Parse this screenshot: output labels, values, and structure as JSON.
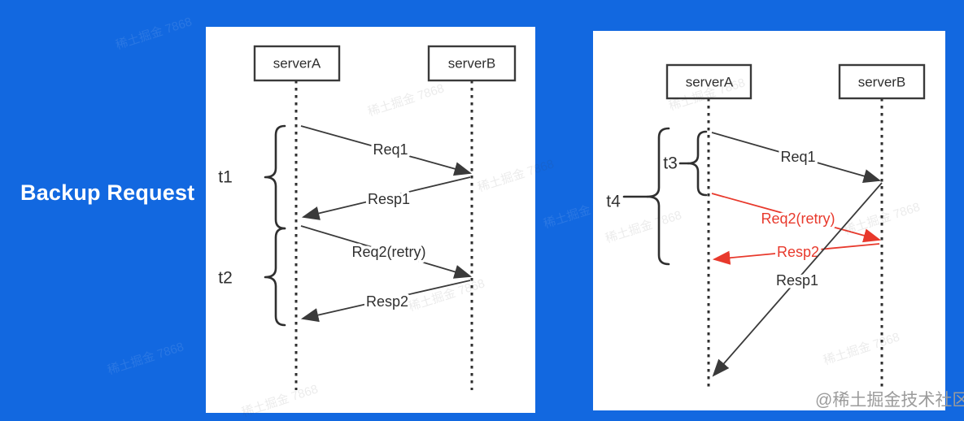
{
  "title": "Backup Request",
  "corner_watermark": "@稀土掘金技术社区",
  "diagonal_watermark_text": "稀土掘金 7868",
  "colors": {
    "background": "#1268e0",
    "panel": "#ffffff",
    "line": "#3a3a3a",
    "retry_red": "#e8392c",
    "watermark_gray": "#9b9b9b"
  },
  "left_diagram": {
    "participants": {
      "a": "serverA",
      "b": "serverB"
    },
    "intervals": {
      "t1": "t1",
      "t2": "t2"
    },
    "messages": {
      "req1": "Req1",
      "resp1": "Resp1",
      "req2": "Req2(retry)",
      "resp2": "Resp2"
    }
  },
  "right_diagram": {
    "participants": {
      "a": "serverA",
      "b": "serverB"
    },
    "intervals": {
      "t3": "t3",
      "t4": "t4"
    },
    "messages": {
      "req1": "Req1",
      "req2": "Req2(retry)",
      "resp2": "Resp2",
      "resp1": "Resp1"
    }
  }
}
